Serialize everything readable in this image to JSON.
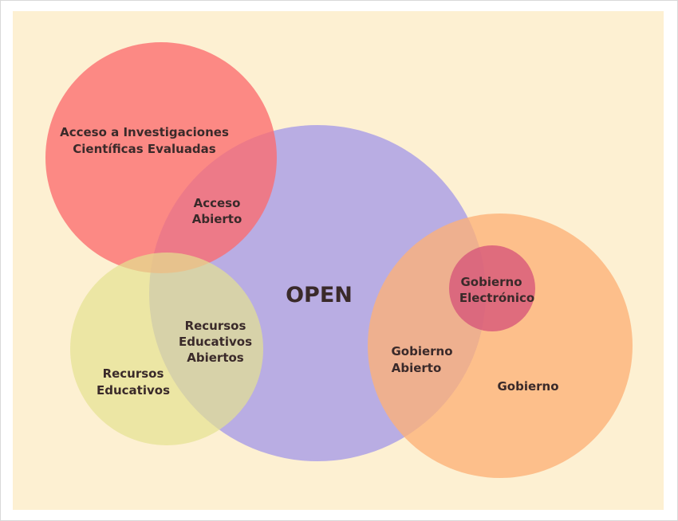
{
  "diagram": {
    "colors": {
      "background": "#fdf0d2",
      "research": "#fb6b6e",
      "open": "#a99ee6",
      "education": "#e4e190",
      "government": "#fdb177",
      "egov": "#d6557a"
    },
    "center_label": "OPEN",
    "labels": {
      "research_1": "Acceso a Investigaciones",
      "research_2": "Científicas Evaluadas",
      "open_access_1": "Acceso",
      "open_access_2": "Abierto",
      "oer_1": "Recursos",
      "oer_2": "Educativos",
      "oer_3": "Abiertos",
      "education_1": "Recursos",
      "education_2": "Educativos",
      "open_gov_1": "Gobierno",
      "open_gov_2": "Abierto",
      "egov_1": "Gobierno",
      "egov_2": "Electrónico",
      "government": "Gobierno"
    }
  }
}
